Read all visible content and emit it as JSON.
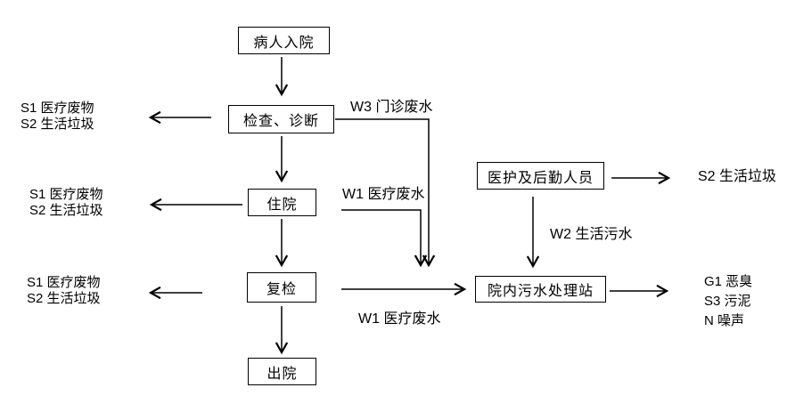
{
  "diagram": {
    "nodes": {
      "admission": {
        "label": "病人入院"
      },
      "exam": {
        "label": "检查、诊断"
      },
      "hospitalization": {
        "label": "住院"
      },
      "recheck": {
        "label": "复检"
      },
      "discharge": {
        "label": "出院"
      },
      "staff": {
        "label": "医护及后勤人员"
      },
      "sewage_station": {
        "label": "院内污水处理站"
      }
    },
    "outputs": {
      "exam_waste": [
        "S1 医疗废物",
        "S2 生活垃圾"
      ],
      "hospitalization_waste": [
        "S1 医疗废物",
        "S2 生活垃圾"
      ],
      "recheck_waste": [
        "S1 医疗废物",
        "S2 生活垃圾"
      ],
      "staff_waste": "S2 生活垃圾",
      "station_outputs": [
        "G1 恶臭",
        "S3 污泥",
        "N 噪声"
      ]
    },
    "flow_labels": {
      "w3": "W3 门诊废水",
      "w1_hospitalization": "W1 医疗废水",
      "w1_recheck": "W1 医疗废水",
      "w2": "W2 生活污水"
    },
    "colors": {
      "line": "#000000",
      "background": "#ffffff",
      "text": "#000000"
    }
  }
}
